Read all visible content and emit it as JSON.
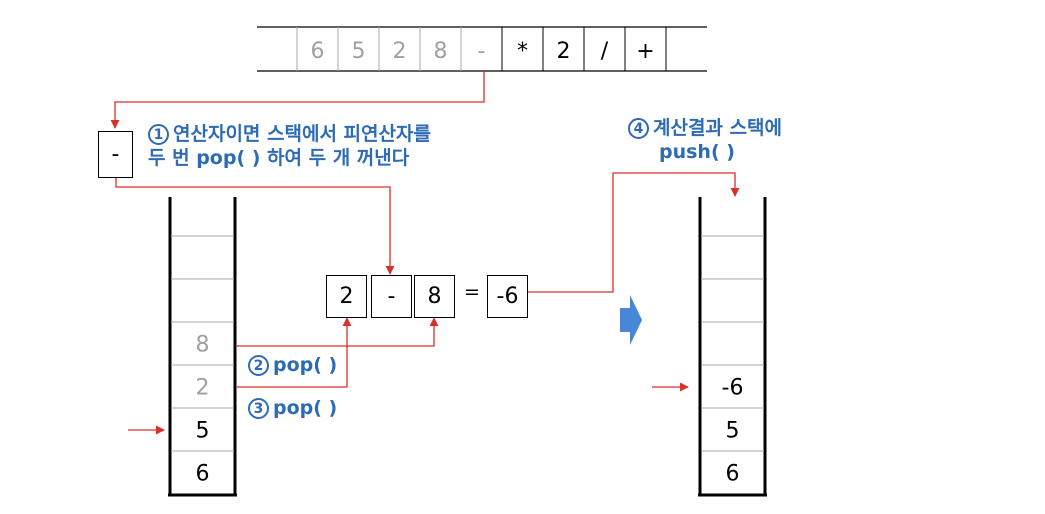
{
  "expression": {
    "tokens": [
      "6",
      "5",
      "2",
      "8",
      "-",
      "*",
      "2",
      "/",
      "+"
    ],
    "processed_color": "#a0a0a0",
    "pending_color": "#000000"
  },
  "current_token": "-",
  "steps": {
    "step1": {
      "num": "1",
      "line1": "연산자이면 스택에서 피연산자를",
      "line2": "두 번 pop( ) 하여 두 개 꺼낸다"
    },
    "step2": {
      "num": "2",
      "label": "pop( )"
    },
    "step3": {
      "num": "3",
      "label": "pop( )"
    },
    "step4": {
      "num": "4",
      "line1": "계산결과 스택에",
      "line2": "push( )"
    }
  },
  "computation": {
    "left": "2",
    "op": "-",
    "right": "8",
    "equals": "=",
    "result": "-6"
  },
  "left_stack": {
    "cells": [
      "",
      "",
      "",
      "8",
      "2",
      "5",
      "6"
    ],
    "popped_color": "#a0a0a0"
  },
  "right_stack": {
    "cells": [
      "",
      "",
      "",
      "",
      "-6",
      "5",
      "6"
    ]
  },
  "colors": {
    "arrow": "#d9302a",
    "note": "#2e6bb5",
    "block_arrow": "#4a86d8"
  }
}
